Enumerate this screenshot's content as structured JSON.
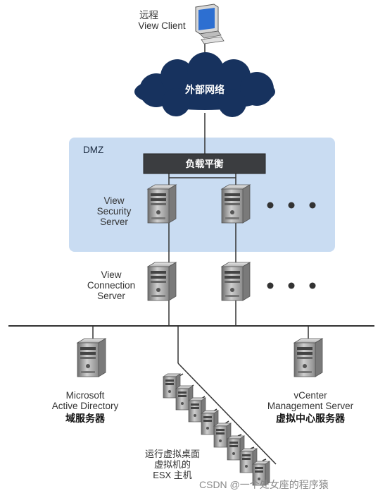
{
  "client": {
    "line1": "远程",
    "line2": "View Client"
  },
  "network": {
    "label": "外部网络"
  },
  "dmz": {
    "label": "DMZ"
  },
  "load_balancer": {
    "label": "负载平衡"
  },
  "security_server": {
    "line1": "View",
    "line2": "Security",
    "line3": "Server"
  },
  "connection_server": {
    "line1": "View",
    "line2": "Connection",
    "line3": "Server"
  },
  "active_directory": {
    "line1": "Microsoft",
    "line2": "Active Directory",
    "line3": "域服务器"
  },
  "vcenter": {
    "line1": "vCenter",
    "line2": "Management Server",
    "line3": "虚拟中心服务器"
  },
  "esx": {
    "line1": "运行虚拟桌面",
    "line2": "虚拟机的",
    "line3": "ESX 主机"
  },
  "watermark": "CSDN @一个处女座的程序猿",
  "colors": {
    "dmz_fill": "#c9dcf2",
    "cloud": "#17325e",
    "load_balancer": "#3b3d40"
  }
}
